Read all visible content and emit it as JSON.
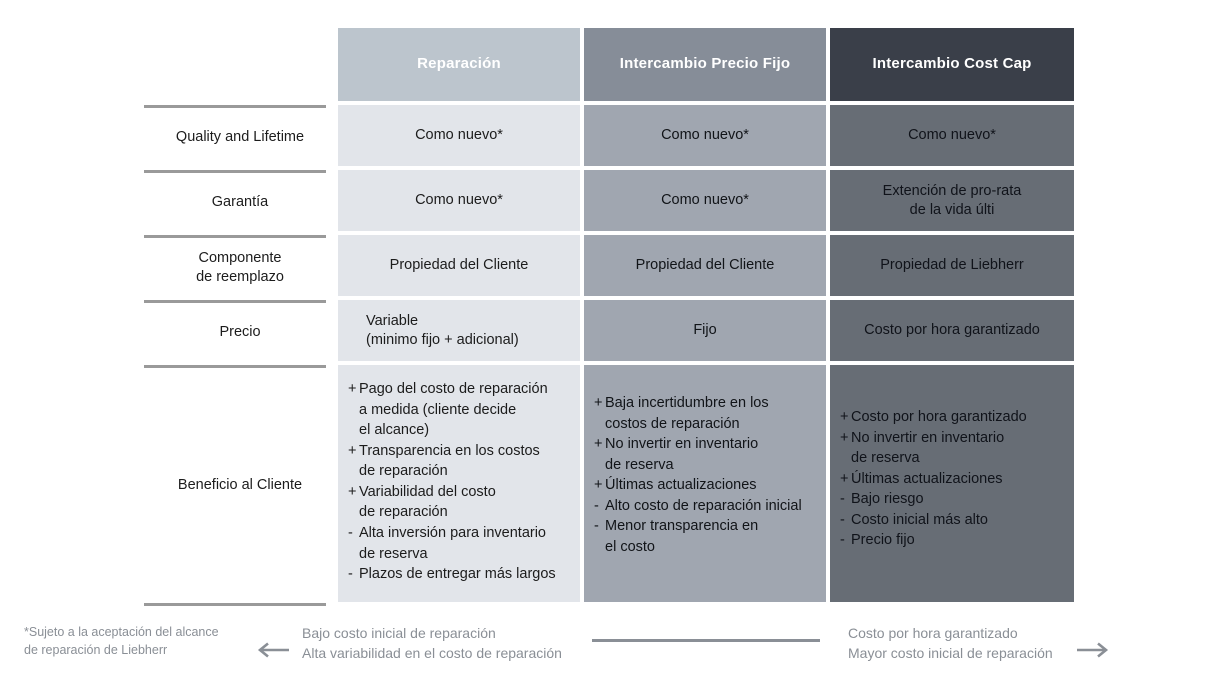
{
  "table": {
    "columns": [
      {
        "id": "reparacion",
        "header": "Reparación",
        "header_color": "#bcc5cd",
        "body_color": "#e2e5ea"
      },
      {
        "id": "intercambio-precio-fijo",
        "header": "Intercambio\nPrecio Fijo",
        "header_color": "#868d98",
        "body_color": "#a0a6b0"
      },
      {
        "id": "intercambio-cost-cap",
        "header": "Intercambio\nCost Cap",
        "header_color": "#3a3f49",
        "body_color": "#676d75"
      }
    ],
    "rows": [
      {
        "label": "Quality and Lifetime",
        "cells": [
          "Como nuevo*",
          "Como nuevo*",
          "Como nuevo*"
        ]
      },
      {
        "label": "Garantía",
        "cells": [
          "Como nuevo*",
          "Como nuevo*",
          "Extención de pro-rata\nde la vida últi"
        ]
      },
      {
        "label": "Componente\nde reemplazo",
        "cells": [
          "Propiedad del Cliente",
          "Propiedad del Cliente",
          "Propiedad de Liebherr"
        ]
      },
      {
        "label": "Precio",
        "cells": [
          "Variable\n(minimo fijo + adicional)",
          "Fijo",
          "Costo por hora garantizado"
        ]
      }
    ],
    "benefits_row": {
      "label": "Beneficio al Cliente",
      "columns": [
        {
          "items": [
            {
              "sign": "+",
              "text": "Pago del costo de reparación\na medida (cliente decide\nel alcance)"
            },
            {
              "sign": "+",
              "text": "Transparencia en los costos\nde reparación"
            },
            {
              "sign": "+",
              "text": "Variabilidad del costo\nde reparación"
            },
            {
              "sign": "-",
              "text": "Alta inversión para inventario\nde reserva"
            },
            {
              "sign": "-",
              "text": "Plazos de entregar más largos"
            }
          ]
        },
        {
          "items": [
            {
              "sign": "+",
              "text": "Baja incertidumbre en los\ncostos de reparación"
            },
            {
              "sign": "+",
              "text": "No invertir en inventario\nde reserva"
            },
            {
              "sign": "+",
              "text": "Últimas actualizaciones"
            },
            {
              "sign": "-",
              "text": "Alto costo de reparación inicial"
            },
            {
              "sign": "-",
              "text": "Menor transparencia en\nel costo"
            }
          ]
        },
        {
          "items": [
            {
              "sign": "+",
              "text": "Costo por hora garantizado"
            },
            {
              "sign": "+",
              "text": "No invertir en inventario\nde reserva"
            },
            {
              "sign": "+",
              "text": "Últimas actualizaciones"
            },
            {
              "sign": "-",
              "text": "Bajo riesgo"
            },
            {
              "sign": "-",
              "text": "Costo inicial más alto"
            },
            {
              "sign": "-",
              "text": "Precio fijo"
            }
          ]
        }
      ]
    }
  },
  "footer": {
    "footnote": "*Sujeto a la aceptación del alcance\nde reparación de Liebherr",
    "left_axis_label": "Bajo costo inicial de reparación\nAlta variabilidad en el costo de reparación",
    "right_axis_label": "Costo por hora garantizado\nMayor costo inicial de reparación",
    "muted_color": "#8a8f96"
  }
}
